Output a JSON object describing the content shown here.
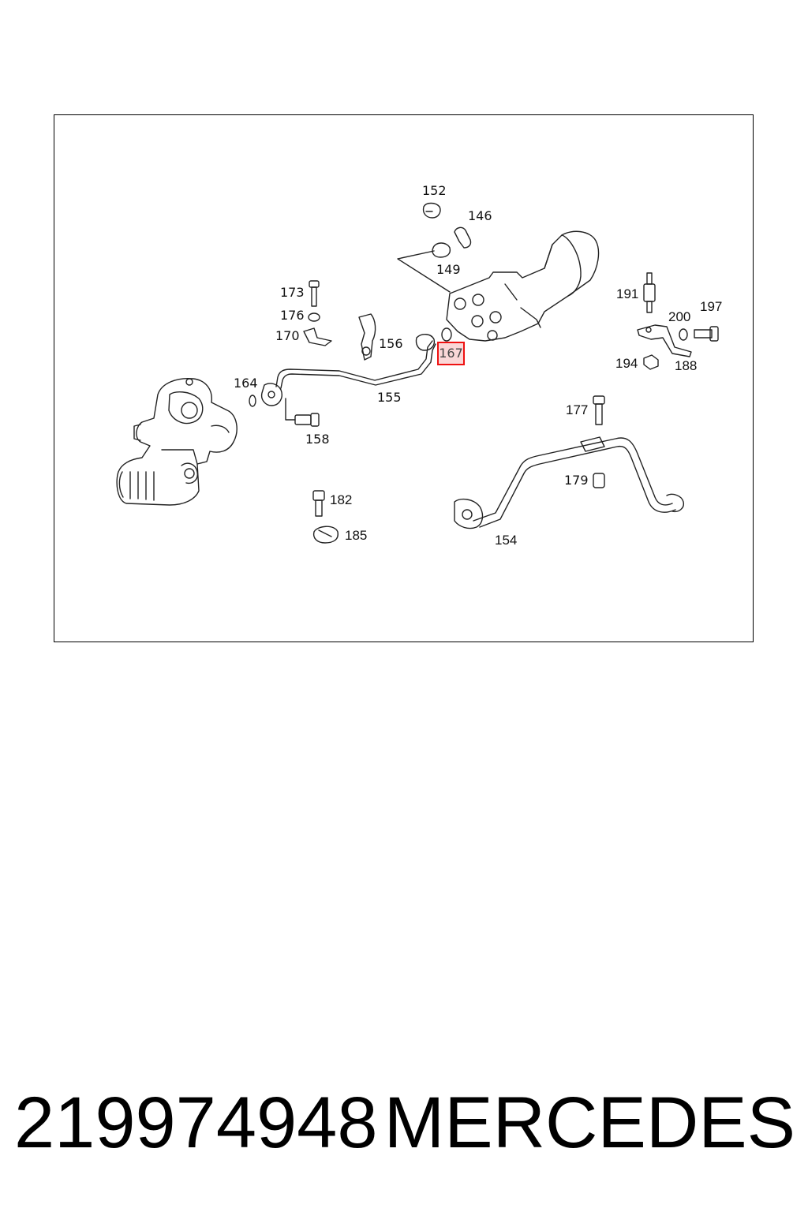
{
  "diagram": {
    "highlighted": "167",
    "labels": {
      "l152": "152",
      "l146": "146",
      "l149": "149",
      "l173": "173",
      "l176": "176",
      "l170": "170",
      "l156": "156",
      "l167": "167",
      "l164": "164",
      "l155": "155",
      "l158": "158",
      "l191": "191",
      "l200": "200",
      "l197": "197",
      "l194": "194",
      "l188": "188",
      "l177": "177",
      "l179": "179",
      "l182": "182",
      "l185": "185",
      "l154": "154"
    }
  },
  "footer": {
    "part_number": "219974948",
    "brand": "MERCEDES"
  }
}
